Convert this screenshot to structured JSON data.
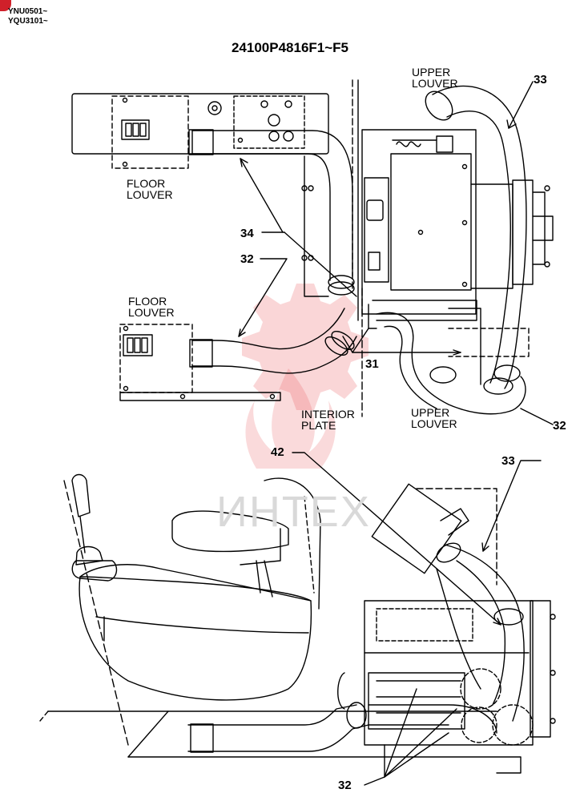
{
  "header": {
    "serial_1": "YNU0501~",
    "serial_2": "YQU3101~",
    "title": "24100P4816F1~F5"
  },
  "labels": {
    "upper_louver_top_1": "UPPER",
    "upper_louver_top_2": "LOUVER",
    "floor_louver_top_1": "FLOOR",
    "floor_louver_top_2": "LOUVER",
    "floor_louver_mid_1": "FLOOR",
    "floor_louver_mid_2": "LOUVER",
    "upper_louver_mid_1": "UPPER",
    "upper_louver_mid_2": "LOUVER",
    "interior_plate_1": "INTERIOR",
    "interior_plate_2": "PLATE"
  },
  "callouts": {
    "c33_top": "33",
    "c34": "34",
    "c32_left": "32",
    "c31": "31",
    "c32_right": "32",
    "c42": "42",
    "c33_mid": "33",
    "c32_bottom": "32"
  },
  "watermark": {
    "text": "ИНТЕХ",
    "color": "#e8454a"
  },
  "colors": {
    "line": "#000000",
    "accent": "#d0202a"
  }
}
